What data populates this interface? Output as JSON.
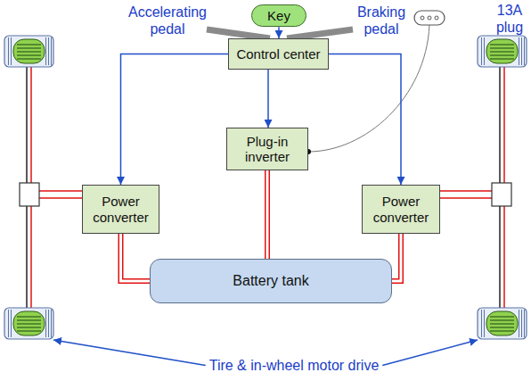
{
  "diagram": {
    "nodes": [
      {
        "text": [
          "Key"
        ]
      },
      {
        "text": [
          "Control center"
        ]
      },
      {
        "text": [
          "Power converter"
        ]
      },
      {
        "text": [
          "Plug-in inverter"
        ]
      },
      {
        "text": [
          "Power converter"
        ]
      },
      {
        "text": [
          "Battery tank"
        ]
      }
    ],
    "edges": [
      {
        "from": 0,
        "to": 1,
        "arrow": "to"
      },
      {
        "from": 1,
        "to": 2,
        "arrow": "to"
      },
      {
        "from": 1,
        "to": 3,
        "arrow": "to"
      },
      {
        "from": 1,
        "to": 4,
        "arrow": "to"
      },
      {
        "from": 2,
        "to": 5,
        "arrow": "none"
      },
      {
        "from": 3,
        "to": 5,
        "arrow": "none"
      },
      {
        "from": 4,
        "to": 5,
        "arrow": "none"
      }
    ],
    "labels": [
      "Accelerating pedal",
      "Braking pedal",
      "13A plug",
      "Tire & in-wheel motor drive"
    ]
  }
}
